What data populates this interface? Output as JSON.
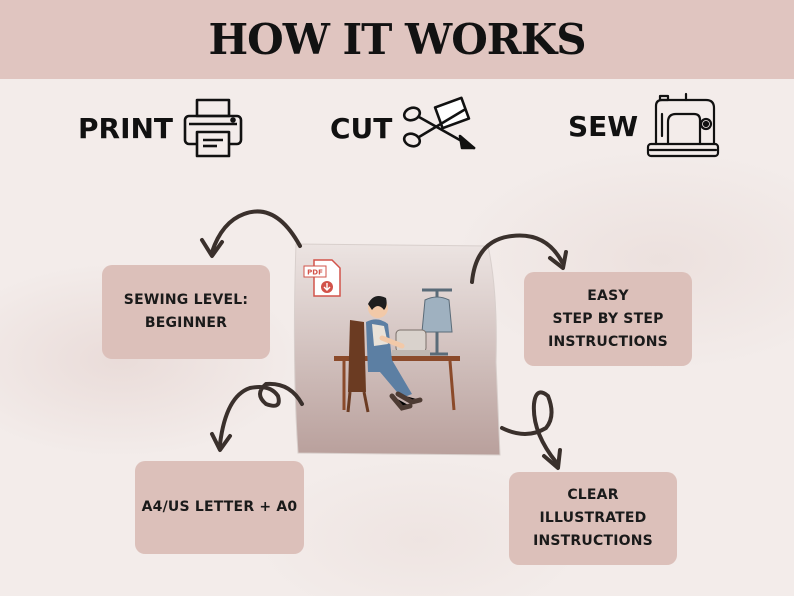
{
  "header": {
    "title": "HOW IT WORKS"
  },
  "steps": [
    {
      "label": "PRINT",
      "icon": "printer-icon"
    },
    {
      "label": "CUT",
      "icon": "scissors-icon"
    },
    {
      "label": "SEW",
      "icon": "sewing-machine-icon"
    }
  ],
  "features": {
    "sewing_level": "SEWING LEVEL:\nBEGINNER",
    "instructions": "EASY\nSTEP BY STEP\nINSTRUCTIONS",
    "paper_formats": "A4/US LETTER + A0",
    "illustrated": "CLEAR\nILLUSTRATED\nINSTRUCTIONS"
  },
  "illustration": {
    "file_badge": "PDF"
  },
  "colors": {
    "banner": "#e0c5c0",
    "box": "#dcc0ba",
    "arrow": "#3a302c",
    "background": "#f3ecea"
  }
}
